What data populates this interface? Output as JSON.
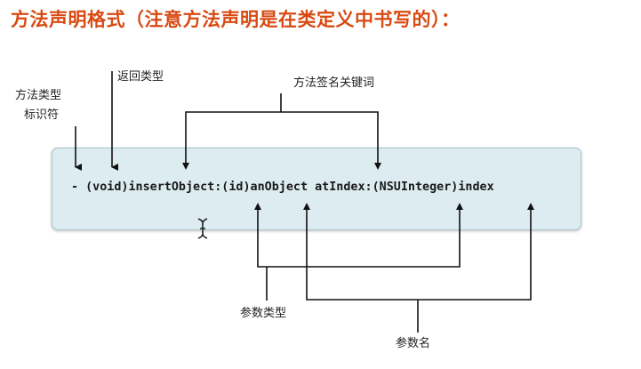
{
  "title": "方法声明格式（注意方法声明是在类定义中书写的）：",
  "labels": {
    "method_type_line1": "方法类型",
    "method_type_line2": "标识符",
    "return_type": "返回类型",
    "signature_keywords": "方法签名关键词",
    "param_type": "参数类型",
    "param_name": "参数名"
  },
  "code": "- (void)insertObject:(id)anObject atIndex:(NSUInteger)index",
  "colors": {
    "title": "#d84a12",
    "code_box": "#dcecf1",
    "lines": "#111111"
  }
}
